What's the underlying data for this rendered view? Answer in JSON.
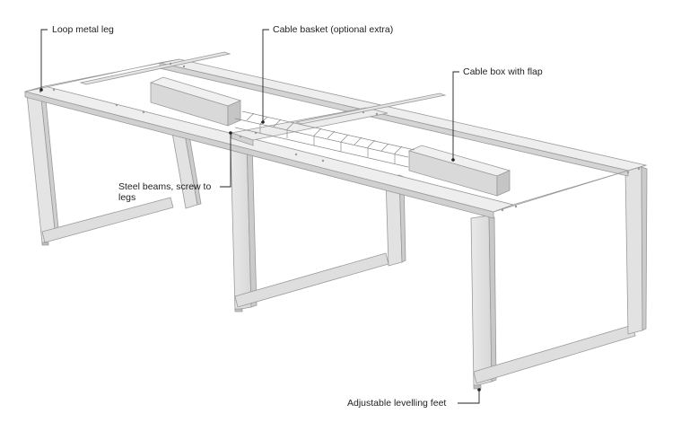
{
  "callouts": {
    "loop_leg": "Loop metal leg",
    "cable_basket": "Cable basket (optional extra)",
    "cable_box": "Cable box with flap",
    "steel_beams": "Steel beams, screw to legs",
    "feet": "Adjustable levelling feet"
  },
  "colors": {
    "frame_top": "#eeeeee",
    "frame_side": "#d6d6d6",
    "frame_dark": "#c2c2c2",
    "frame_edge": "#9a9a9a",
    "callout_line": "#222222"
  }
}
